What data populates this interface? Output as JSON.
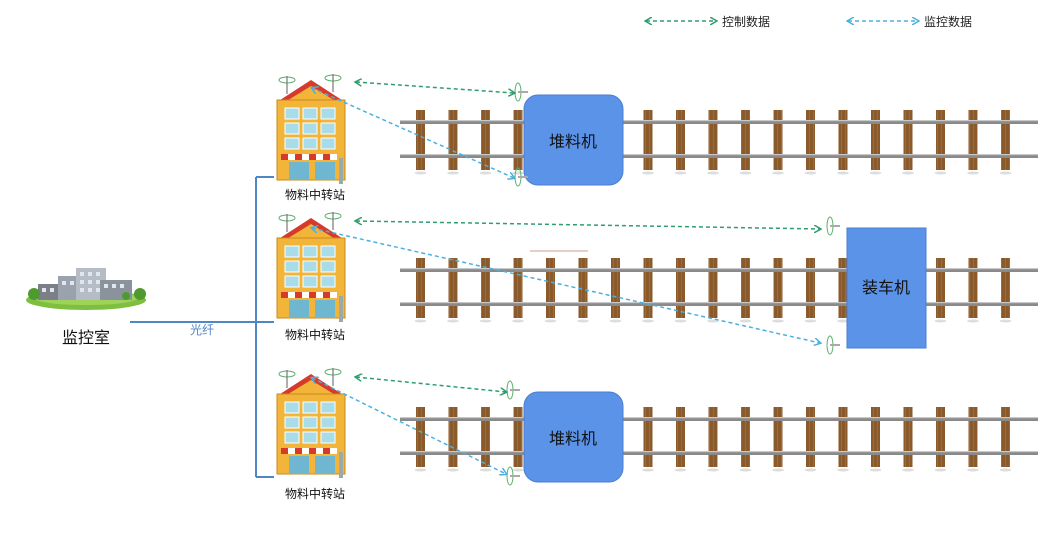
{
  "legend": {
    "control_label": "控制数据",
    "monitor_label": "监控数据"
  },
  "monitoring_room": {
    "label": "监控室"
  },
  "fiber": {
    "label": "光纤"
  },
  "stations": [
    {
      "label": "物料中转站"
    },
    {
      "label": "物料中转站"
    },
    {
      "label": "物料中转站"
    }
  ],
  "machines": [
    {
      "label": "堆料机"
    },
    {
      "label": "装车机"
    },
    {
      "label": "堆料机"
    }
  ],
  "colors": {
    "control_arrow": "#2e9e6e",
    "monitor_arrow": "#4bb0e0",
    "machine_fill": "#5b93e8",
    "fiber_line": "#4f86c6",
    "rail": "#8a8a8a",
    "sleeper": "#8b5a2b"
  }
}
